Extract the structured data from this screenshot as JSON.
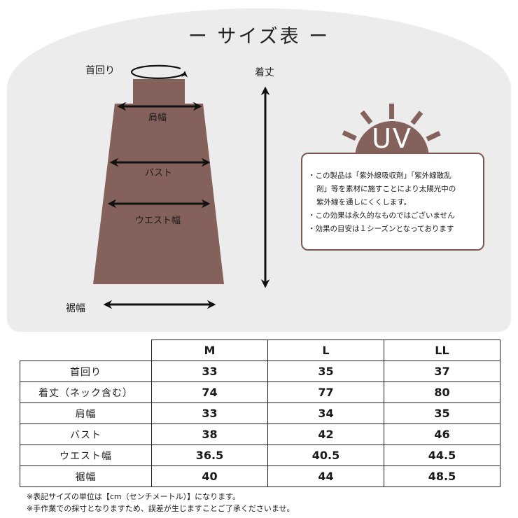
{
  "title": "ー サイズ表 ー",
  "diagram": {
    "labels": {
      "neck": "首回り",
      "length": "着丈",
      "shoulder": "肩幅",
      "bust": "バスト",
      "waist": "ウエスト幅",
      "hem": "裾幅"
    },
    "garment_color": "#84615a",
    "arrow_color": "#111111"
  },
  "uv": {
    "badge_text": "UV",
    "badge_color": "#84615a",
    "lines": [
      "・この製品は「紫外線吸収剤」「紫外線散乱",
      "剤」等を素材に施すことにより太陽光中の",
      "紫外線を通しにくくします。",
      "・この効果は永久的なものではございません",
      "・効果の目安は１シーズンとなっております"
    ]
  },
  "table": {
    "columns": [
      "M",
      "L",
      "LL"
    ],
    "rows": [
      {
        "label": "首回り",
        "values": [
          "33",
          "35",
          "37"
        ]
      },
      {
        "label": "着丈（ネック含む）",
        "values": [
          "74",
          "77",
          "80"
        ]
      },
      {
        "label": "肩幅",
        "values": [
          "33",
          "34",
          "35"
        ]
      },
      {
        "label": "バスト",
        "values": [
          "38",
          "42",
          "46"
        ]
      },
      {
        "label": "ウエスト幅",
        "values": [
          "36.5",
          "40.5",
          "44.5"
        ]
      },
      {
        "label": "裾幅",
        "values": [
          "40",
          "44",
          "48.5"
        ]
      }
    ]
  },
  "notes": [
    "※表記サイズの単位は【cm（センチメートル）】になります。",
    "※手作業での採寸となりますため、誤差が生じますことご了承くださいませ。"
  ]
}
